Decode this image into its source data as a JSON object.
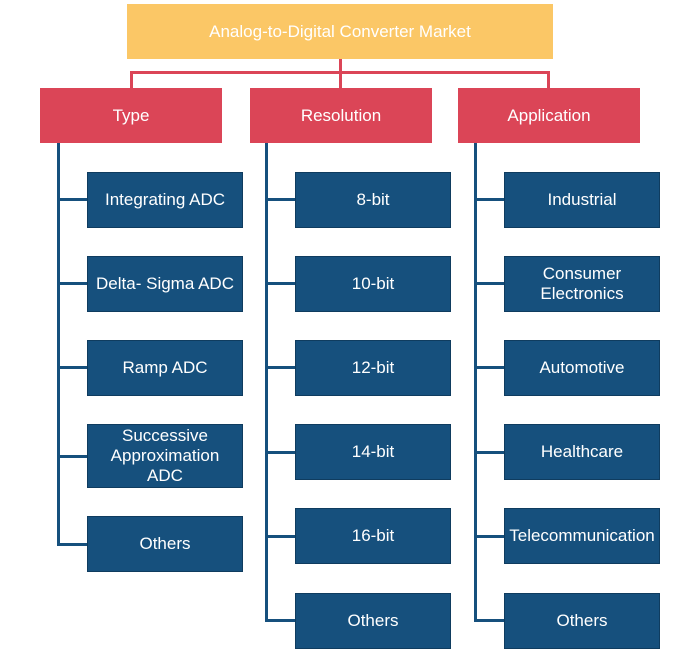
{
  "root": {
    "label": "Analog-to-Digital Converter Market"
  },
  "categories": [
    {
      "label": "Type",
      "items": [
        "Integrating ADC",
        "Delta- Sigma ADC",
        "Ramp ADC",
        "Successive Approximation ADC",
        "Others"
      ]
    },
    {
      "label": "Resolution",
      "items": [
        "8-bit",
        "10-bit",
        "12-bit",
        "14-bit",
        "16-bit",
        "Others"
      ]
    },
    {
      "label": "Application",
      "items": [
        "Industrial",
        "Consumer Electronics",
        "Automotive",
        "Healthcare",
        "Telecommunication",
        "Others"
      ]
    }
  ],
  "colors": {
    "root": "#fbc766",
    "category": "#db4557",
    "leaf": "#16507d"
  }
}
